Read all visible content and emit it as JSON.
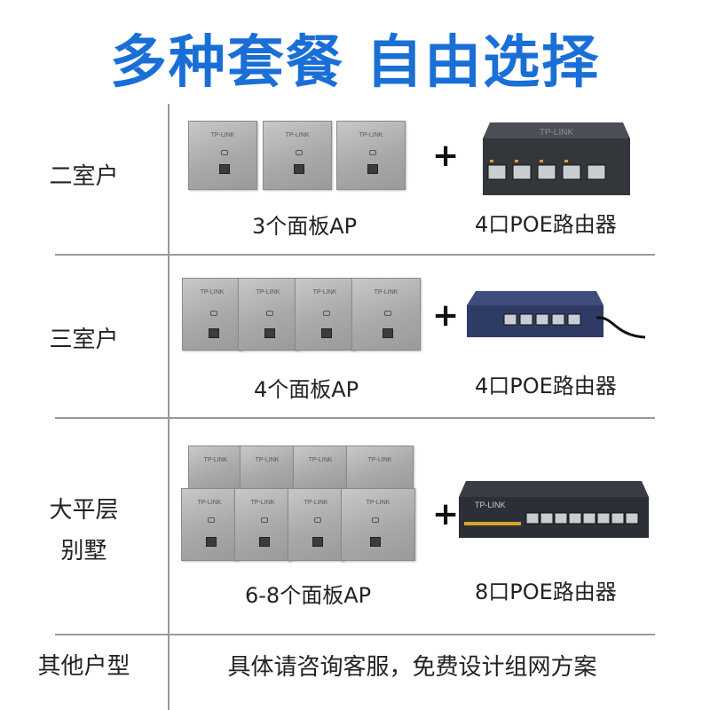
{
  "title": "多种套餐 自由选择",
  "brand_colors": {
    "title": "#1a6fd6",
    "divider": "#9a9a9a"
  },
  "plans": [
    {
      "label_lines": [
        "二室户"
      ],
      "ap_caption": "3个面板AP",
      "router_caption": "4口POE路由器",
      "ap_count": 3,
      "router_ports": 4
    },
    {
      "label_lines": [
        "三室户"
      ],
      "ap_caption": "4个面板AP",
      "router_caption": "4口POE路由器",
      "ap_count": 4,
      "router_ports": 4
    },
    {
      "label_lines": [
        "大平层",
        "别墅"
      ],
      "ap_caption": "6-8个面板AP",
      "router_caption": "8口POE路由器",
      "ap_count": 8,
      "router_ports": 8
    }
  ],
  "plus_sign": "+",
  "panel_brand": "TP-LINK",
  "router_brand": "TP-LINK",
  "other": {
    "label": "其他户型",
    "text": "具体请咨询客服，免费设计组网方案"
  },
  "icons": [
    "wall-panel-ap-icon",
    "poe-router-icon"
  ]
}
